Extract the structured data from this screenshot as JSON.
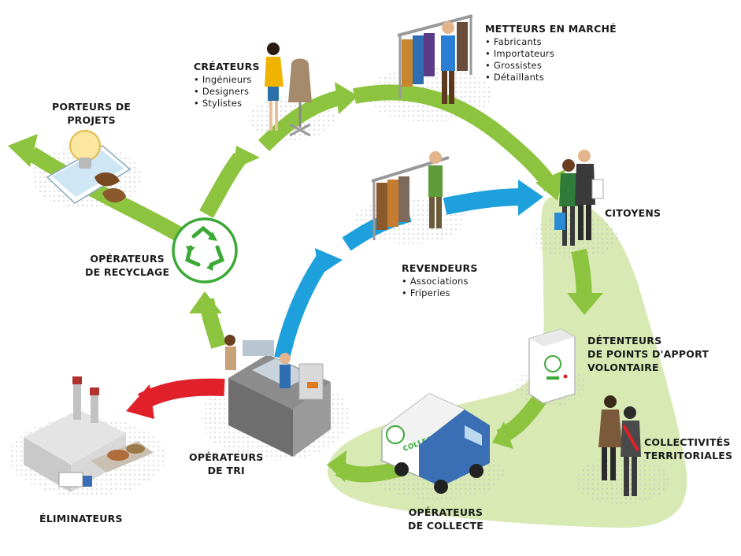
{
  "actors": {
    "porteurs": {
      "title_line1": "PORTEURS DE",
      "title_line2": "PROJETS"
    },
    "createurs": {
      "title": "CRÉATEURS",
      "items": [
        "Ingénieurs",
        "Designers",
        "Stylistes"
      ]
    },
    "metteurs": {
      "title": "METTEURS EN MARCHÉ",
      "items": [
        "Fabricants",
        "Importateurs",
        "Grossistes",
        "Détaillants"
      ]
    },
    "citoyens": {
      "title": "CITOYENS"
    },
    "revendeurs": {
      "title": "REVENDEURS",
      "items": [
        "Associations",
        "Friperies"
      ]
    },
    "recyclage": {
      "title_line1": "OPÉRATEURS",
      "title_line2": "DE RECYCLAGE"
    },
    "detenteurs": {
      "title_line1": "DÉTENTEURS",
      "title_line2": "DE POINTS D'APPORT",
      "title_line3": "VOLONTAIRE"
    },
    "collectivites": {
      "title_line1": "COLLECTIVITÉS",
      "title_line2": "TERRITORIALES"
    },
    "tri": {
      "title_line1": "OPÉRATEURS",
      "title_line2": "DE TRI"
    },
    "collecte": {
      "title_line1": "OPÉRATEURS",
      "title_line2": "DE COLLECTE"
    },
    "eliminateurs": {
      "title": "ÉLIMINATEURS"
    }
  },
  "truck": {
    "side_text": "COLLECTE"
  },
  "colors": {
    "green_arrow": "#8dc43f",
    "blue_arrow": "#1ea0dc",
    "red_arrow": "#e0212a",
    "zone": "#d8e9b4",
    "recycle_green": "#3aa935"
  },
  "icons": [
    "recycling-symbol-icon",
    "lightbulb-icon",
    "designer-figure-icon",
    "clothes-rack-icon",
    "shoppers-icon",
    "collection-bin-icon",
    "officials-icon",
    "collection-truck-icon",
    "sorting-station-icon",
    "incinerator-factory-icon"
  ]
}
